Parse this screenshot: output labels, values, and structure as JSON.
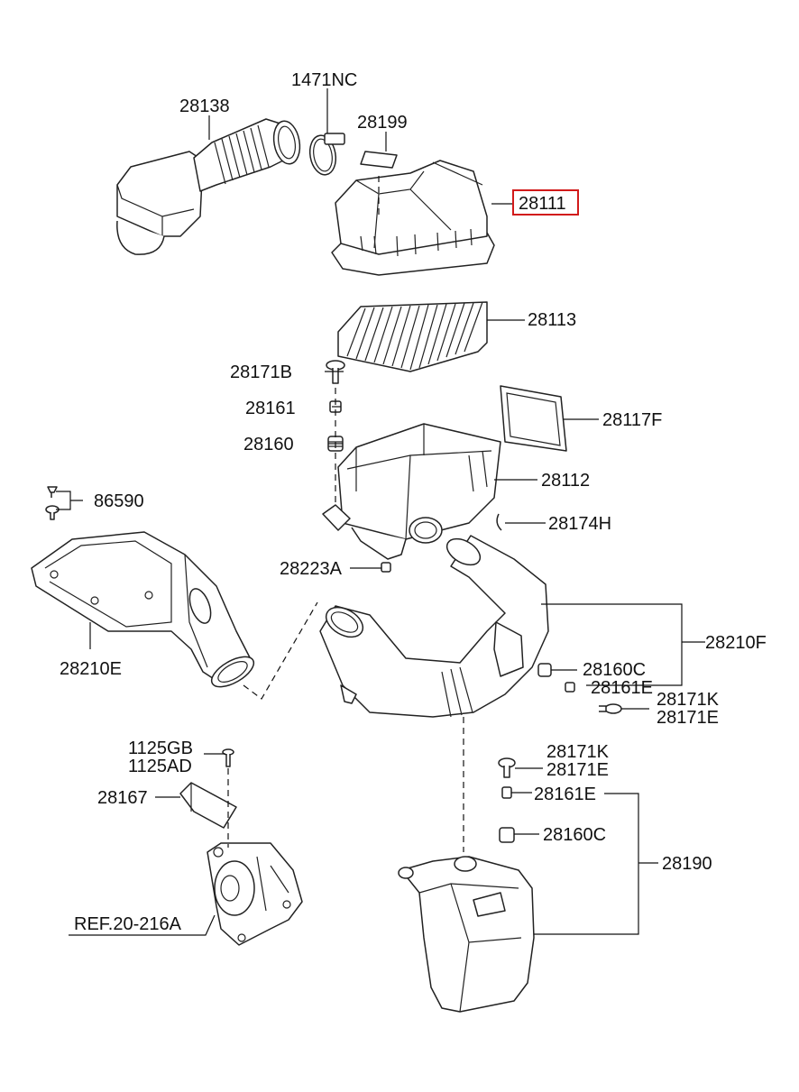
{
  "labels": {
    "p28138": "28138",
    "p1471NC": "1471NC",
    "p28199": "28199",
    "p28111": "28111",
    "p28113": "28113",
    "p28171B": "28171B",
    "p28161": "28161",
    "p28160": "28160",
    "p28117F": "28117F",
    "p28112": "28112",
    "p86590": "86590",
    "p28174H": "28174H",
    "p28223A": "28223A",
    "p28210F": "28210F",
    "p28210E": "28210E",
    "p28160C_a": "28160C",
    "p28161E_a": "28161E",
    "p28171K_a": "28171K",
    "p28171E_a": "28171E",
    "p1125GB": "1125GB",
    "p1125AD": "1125AD",
    "p28167": "28167",
    "p28171K_b": "28171K",
    "p28171E_b": "28171E",
    "p28161E_b": "28161E",
    "p28160C_b": "28160C",
    "p28190": "28190",
    "ref": "REF.20-216A"
  },
  "highlight": {
    "part": "28111",
    "color": "#d21a1a"
  }
}
